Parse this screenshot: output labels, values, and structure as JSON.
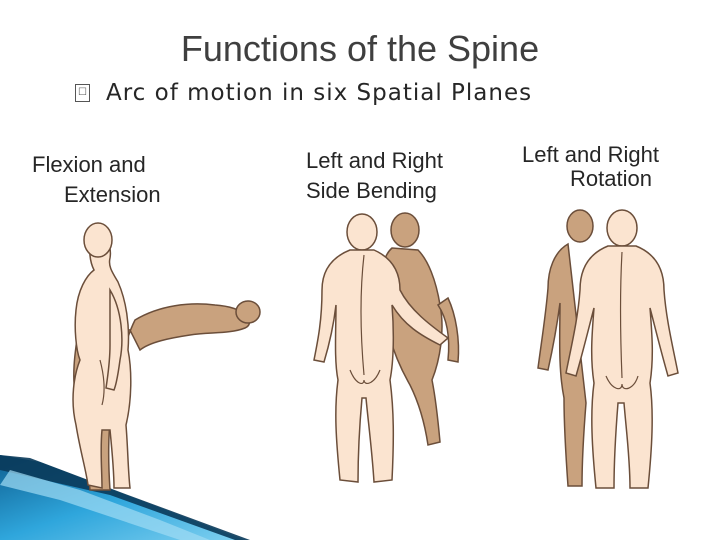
{
  "slide": {
    "title": "Functions of the Spine",
    "bullet": "Arc of motion in six Spatial Planes",
    "bullet_glyph": "☐",
    "captions": {
      "flexion_line1": "Flexion and",
      "flexion_line2": "Extension",
      "side_line1": "Left and Right",
      "side_line2": "Side Bending",
      "rotation_line1": "Left and Right",
      "rotation_line2": "Rotation"
    }
  },
  "colors": {
    "skin": "#fbe4d0",
    "shadow_figure": "#c9a27e",
    "outline": "#6b4e3a",
    "corner_accent": "#1f8fc9"
  },
  "icons": [
    "bullet-box-icon"
  ]
}
